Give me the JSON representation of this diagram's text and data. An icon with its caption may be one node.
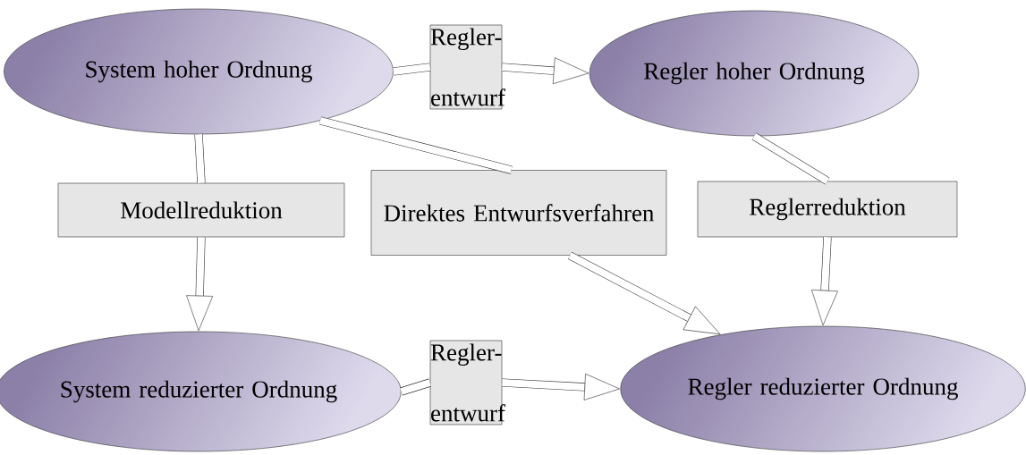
{
  "diagram": {
    "nodes": [
      {
        "text": [
          "System hoher Ordnung"
        ]
      },
      {
        "text": [
          "Regler- entwurf"
        ]
      },
      {
        "text": [
          "Regler hoher Ordnung"
        ]
      },
      {
        "text": [
          "Modellreduktion"
        ]
      },
      {
        "text": [
          "Direktes Entwurfsverfahren"
        ]
      },
      {
        "text": [
          "Reglerreduktion"
        ]
      },
      {
        "text": [
          "System reduzierter Ordnung"
        ]
      },
      {
        "text": [
          "Regler- entwurf"
        ]
      },
      {
        "text": [
          "Regler reduzierter Ordnung"
        ]
      }
    ],
    "edges": [
      {
        "from": 0,
        "to": 1,
        "arrow": "none"
      },
      {
        "from": 1,
        "to": 2,
        "arrow": "to"
      },
      {
        "from": 0,
        "to": 3,
        "arrow": "none"
      },
      {
        "from": 3,
        "to": 6,
        "arrow": "to"
      },
      {
        "from": 0,
        "to": 4,
        "arrow": "none"
      },
      {
        "from": 4,
        "to": 8,
        "arrow": "to"
      },
      {
        "from": 2,
        "to": 5,
        "arrow": "none"
      },
      {
        "from": 5,
        "to": 8,
        "arrow": "to"
      },
      {
        "from": 6,
        "to": 7,
        "arrow": "none"
      },
      {
        "from": 7,
        "to": 8,
        "arrow": "to"
      }
    ]
  }
}
